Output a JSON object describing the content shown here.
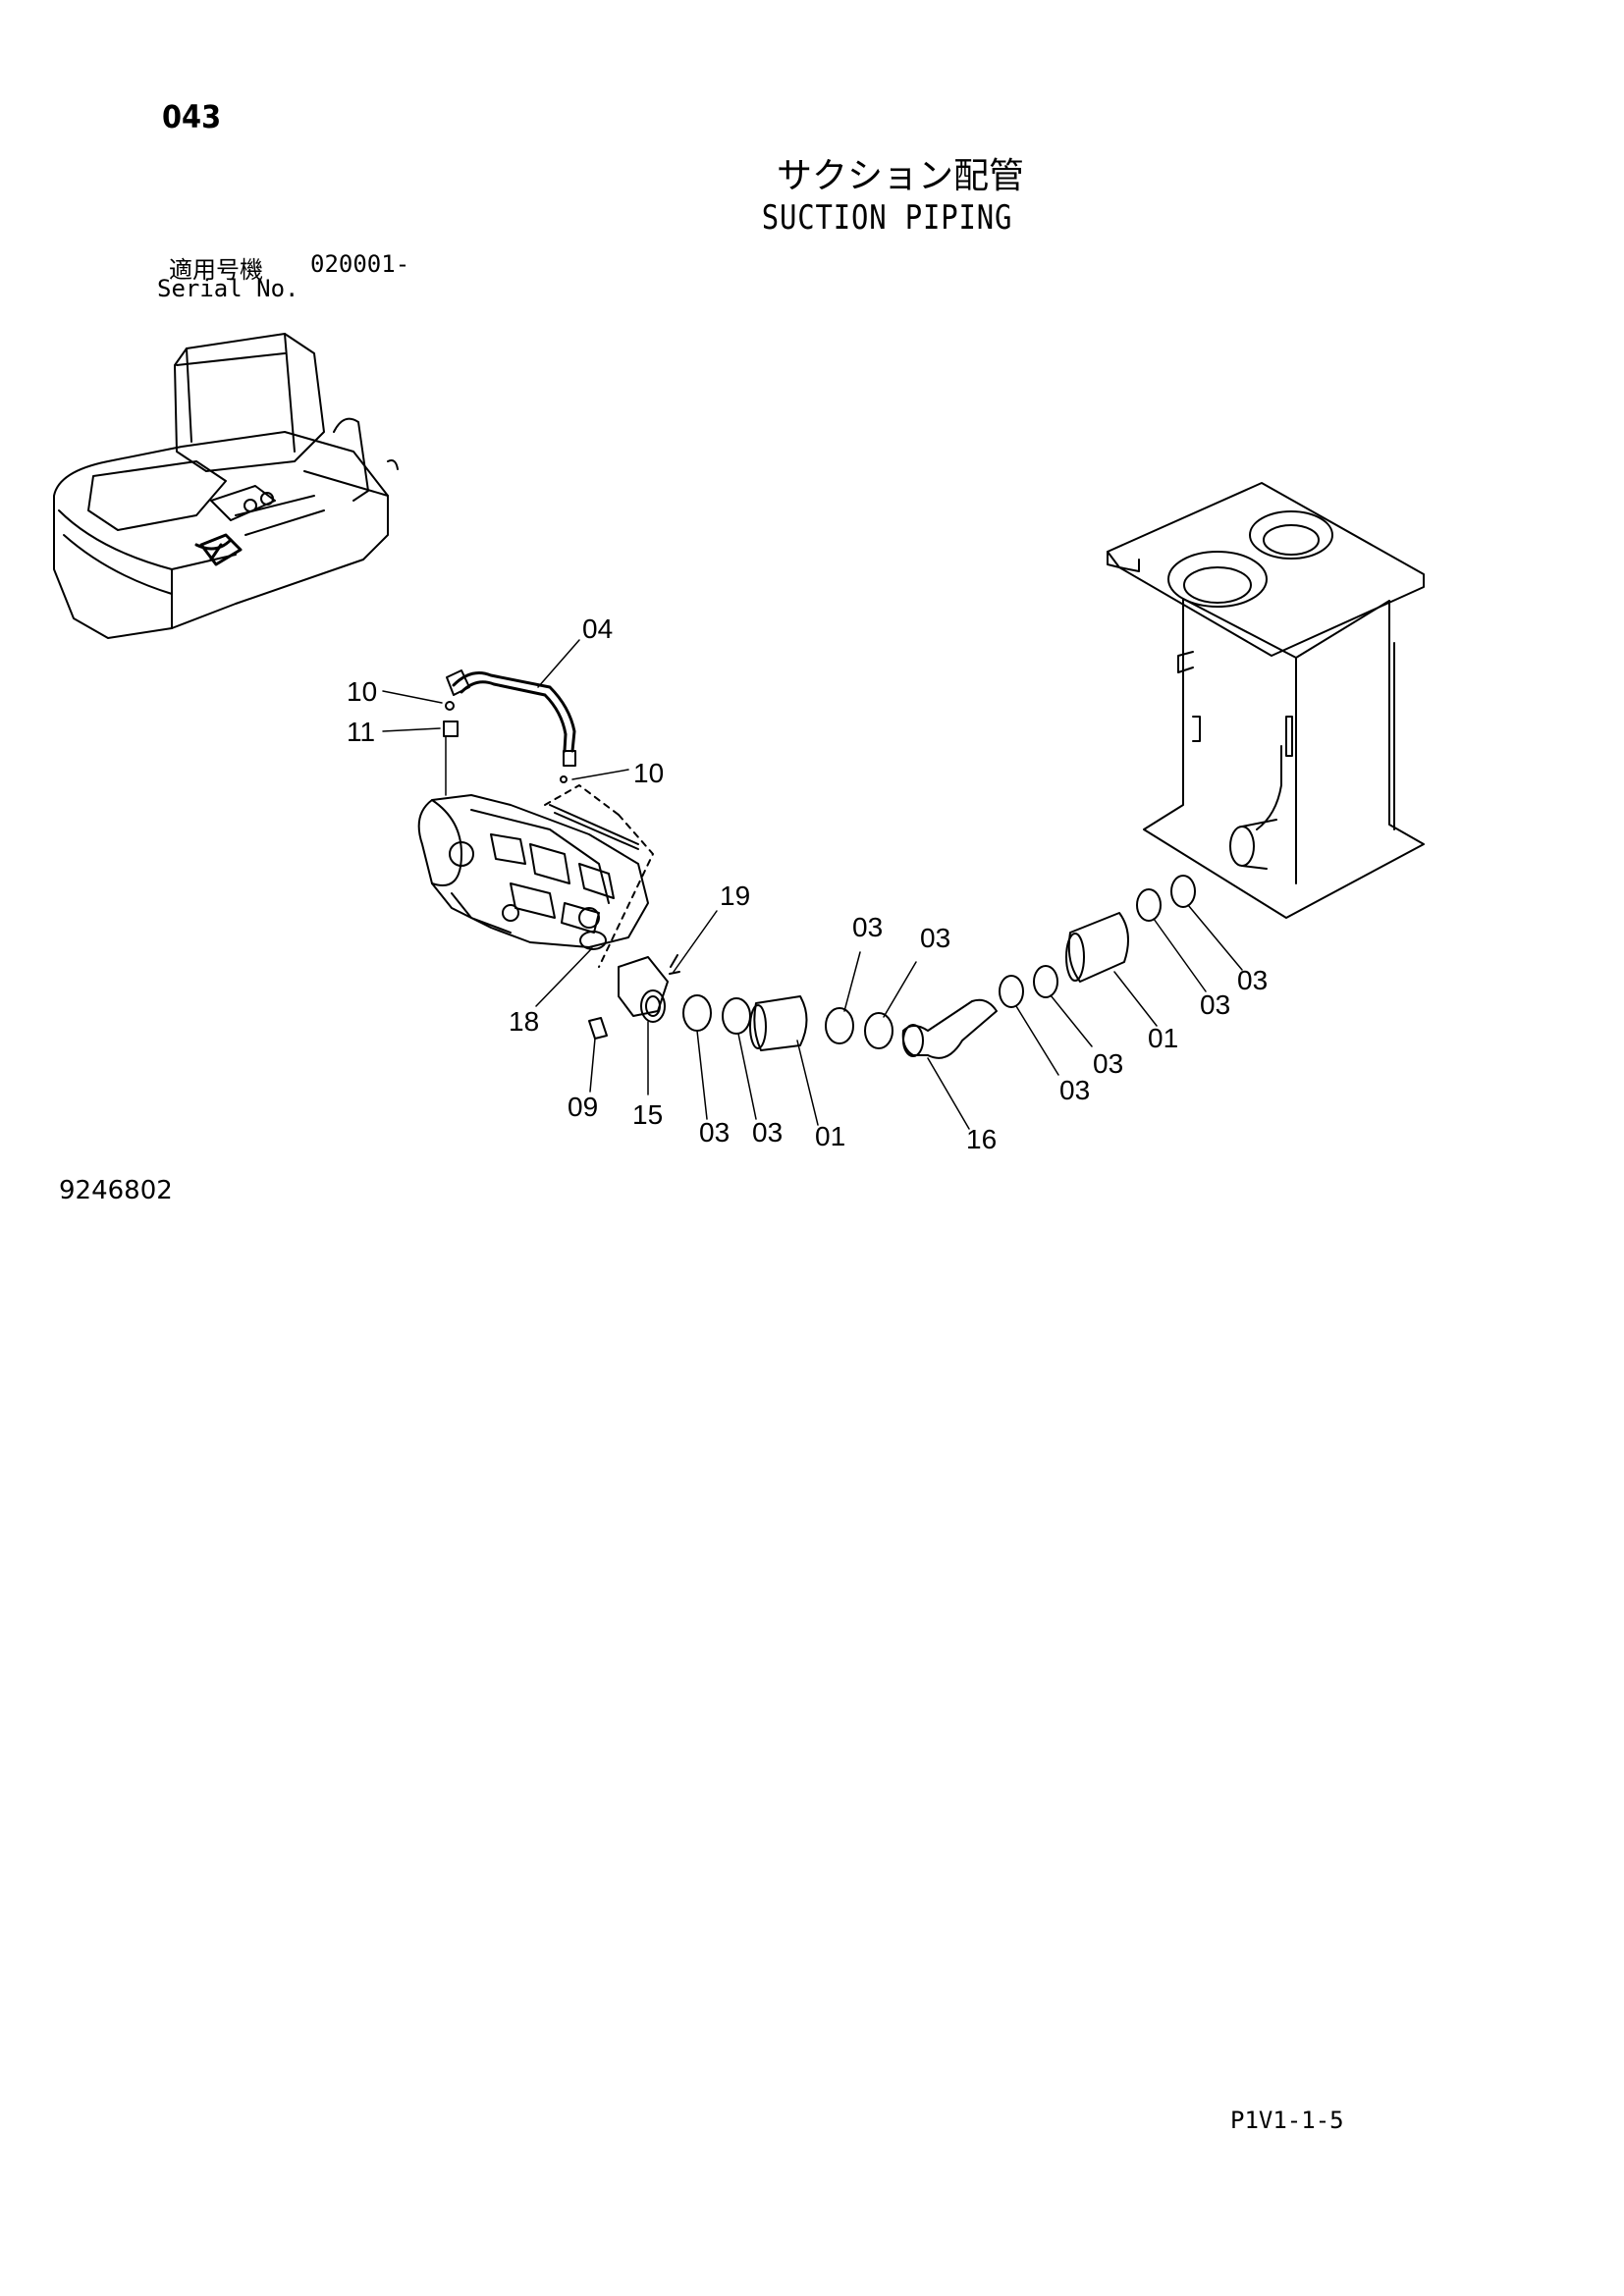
{
  "page_no": "043",
  "title_jp": "サクション配管",
  "title_en": "SUCTION PIPING",
  "serial": {
    "label_jp": "適用号機",
    "value": "020001-",
    "label_en": "Serial No."
  },
  "drawing_no": "9246802",
  "sheet_code": "P1V1-1-5",
  "callouts": [
    {
      "id": "c04",
      "text": "04"
    },
    {
      "id": "c10a",
      "text": "10"
    },
    {
      "id": "c11",
      "text": "11"
    },
    {
      "id": "c10b",
      "text": "10"
    },
    {
      "id": "c19",
      "text": "19"
    },
    {
      "id": "c18",
      "text": "18"
    },
    {
      "id": "c09",
      "text": "09"
    },
    {
      "id": "c15",
      "text": "15"
    },
    {
      "id": "c03a",
      "text": "03"
    },
    {
      "id": "c03b",
      "text": "03"
    },
    {
      "id": "c01a",
      "text": "01"
    },
    {
      "id": "c03c",
      "text": "03"
    },
    {
      "id": "c03d",
      "text": "03"
    },
    {
      "id": "c16",
      "text": "16"
    },
    {
      "id": "c03e",
      "text": "03"
    },
    {
      "id": "c03f",
      "text": "03"
    },
    {
      "id": "c01b",
      "text": "01"
    },
    {
      "id": "c03g",
      "text": "03"
    },
    {
      "id": "c03h",
      "text": "03"
    }
  ]
}
